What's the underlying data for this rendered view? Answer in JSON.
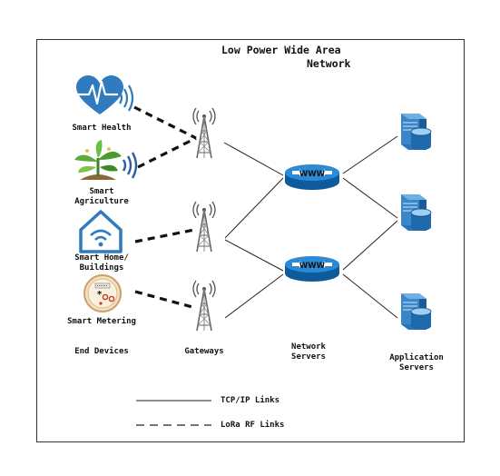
{
  "title": {
    "line1": "Low Power Wide Area",
    "line2": "Network"
  },
  "devices": [
    {
      "label": "Smart Health",
      "icon": "heart-pulse-icon"
    },
    {
      "label": "Smart\nAgriculture",
      "icon": "plant-icon"
    },
    {
      "label": "Smart Home/\nBuildings",
      "icon": "house-wifi-icon"
    },
    {
      "label": "Smart Metering",
      "icon": "meter-icon"
    }
  ],
  "columns": {
    "end_devices": "End Devices",
    "gateways": "Gateways",
    "network_servers": "Network\nServers",
    "application_servers": "Application\nServers"
  },
  "router_text": "WWW",
  "legend": {
    "tcp": "TCP/IP Links",
    "lora": "LoRa RF Links"
  },
  "colors": {
    "accent_blue": "#2f7bbd",
    "router_blue": "#1f79c4",
    "server_blue": "#3a86c8"
  }
}
